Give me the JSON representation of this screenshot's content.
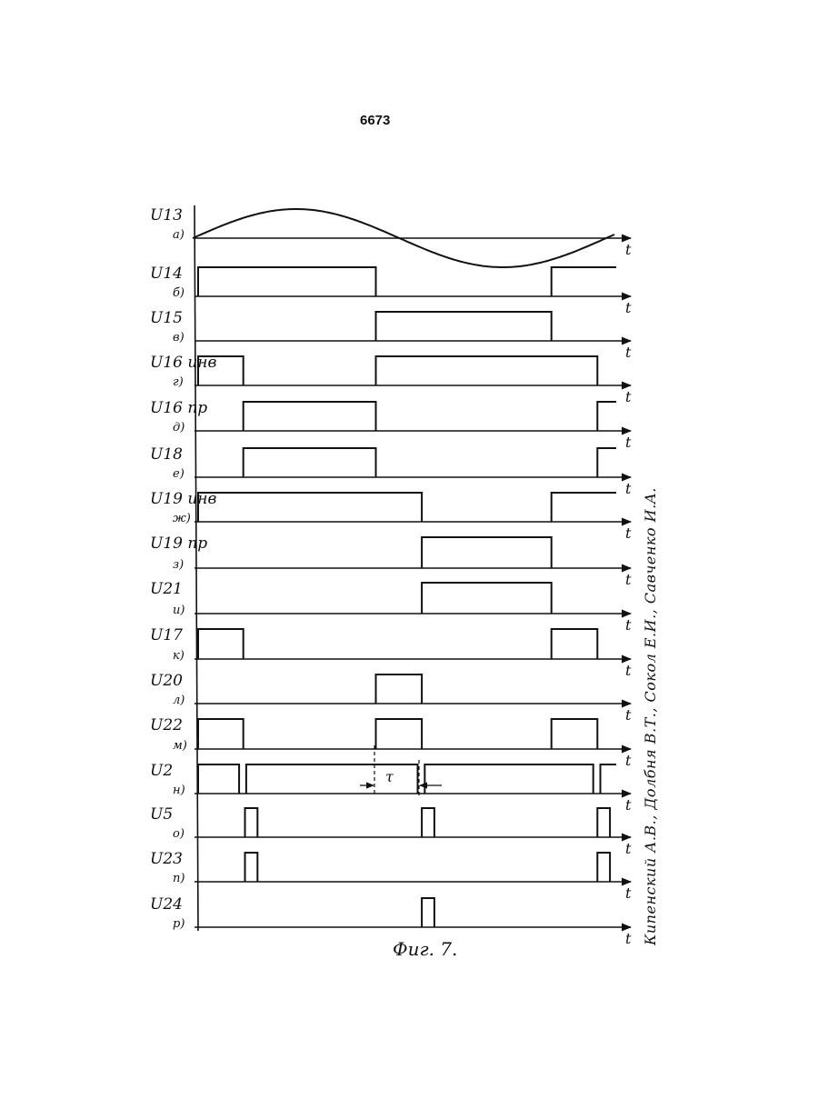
{
  "page_number": "6673",
  "caption": "Фиг. 7.",
  "authors": "Кипенский А.В., Долбня В.Т., Сокол Е.И., Савченко И.А.",
  "time_symbol": "t",
  "tau_label": "τ",
  "channels": [
    {
      "letter": "а)",
      "signal": "U13",
      "kind": "sine"
    },
    {
      "letter": "б)",
      "signal": "U14",
      "kind": "pulse",
      "segments": [
        [
          0.0,
          0.425
        ],
        [
          0.845,
          1.0
        ]
      ]
    },
    {
      "letter": "в)",
      "signal": "U15",
      "kind": "pulse",
      "segments": [
        [
          0.425,
          0.845
        ]
      ]
    },
    {
      "letter": "г)",
      "signal": "U16 инв",
      "kind": "pulse",
      "segments": [
        [
          0.0,
          0.108
        ],
        [
          0.425,
          0.955
        ]
      ]
    },
    {
      "letter": "д)",
      "signal": "U16 пр",
      "kind": "pulse",
      "segments": [
        [
          0.108,
          0.425
        ],
        [
          0.955,
          1.0
        ]
      ]
    },
    {
      "letter": "е)",
      "signal": "U18",
      "kind": "pulse",
      "segments": [
        [
          0.108,
          0.425
        ],
        [
          0.955,
          1.0
        ]
      ]
    },
    {
      "letter": "ж)",
      "signal": "U19 инв",
      "kind": "pulse",
      "segments": [
        [
          0.0,
          0.535
        ],
        [
          0.845,
          1.0
        ]
      ]
    },
    {
      "letter": "з)",
      "signal": "U19 пр",
      "kind": "pulse",
      "segments": [
        [
          0.535,
          0.845
        ]
      ]
    },
    {
      "letter": "и)",
      "signal": "U21",
      "kind": "pulse",
      "segments": [
        [
          0.535,
          0.845
        ]
      ]
    },
    {
      "letter": "к)",
      "signal": "U17",
      "kind": "pulse",
      "segments": [
        [
          0.0,
          0.108
        ],
        [
          0.845,
          0.955
        ]
      ]
    },
    {
      "letter": "л)",
      "signal": "U20",
      "kind": "pulse",
      "segments": [
        [
          0.425,
          0.535
        ]
      ]
    },
    {
      "letter": "м)",
      "signal": "U22",
      "kind": "pulse",
      "segments": [
        [
          0.0,
          0.108
        ],
        [
          0.425,
          0.535
        ],
        [
          0.845,
          0.955
        ]
      ]
    },
    {
      "letter": "н)",
      "signal": "U2",
      "kind": "pulse",
      "segments": [
        [
          0.0,
          0.098
        ],
        [
          0.115,
          0.525
        ],
        [
          0.542,
          0.945
        ],
        [
          0.962,
          1.0
        ]
      ]
    },
    {
      "letter": "о)",
      "signal": "U5",
      "kind": "pulse",
      "segments": [
        [
          0.112,
          0.142
        ],
        [
          0.535,
          0.565
        ],
        [
          0.955,
          0.985
        ]
      ]
    },
    {
      "letter": "п)",
      "signal": "U23",
      "kind": "pulse",
      "segments": [
        [
          0.112,
          0.142
        ],
        [
          0.955,
          0.985
        ]
      ]
    },
    {
      "letter": "р)",
      "signal": "U24",
      "kind": "pulse",
      "segments": [
        [
          0.535,
          0.565
        ]
      ]
    }
  ]
}
